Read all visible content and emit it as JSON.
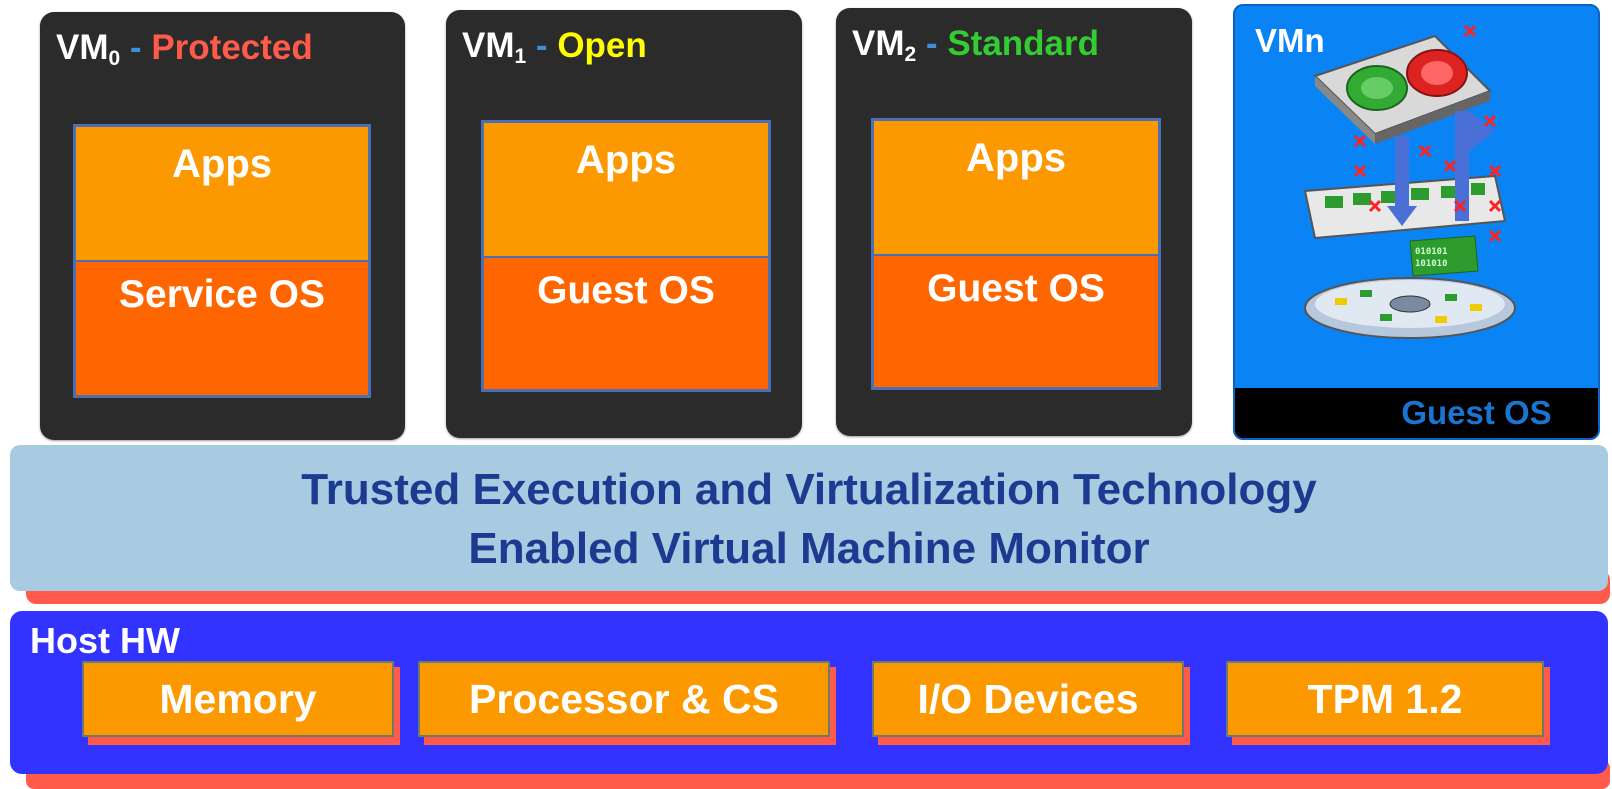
{
  "vms": [
    {
      "name": "VM",
      "sub": "0",
      "dash": "-",
      "type": "Protected",
      "type_color": "#ff5a4a",
      "apps": "Apps",
      "os": "Service OS"
    },
    {
      "name": "VM",
      "sub": "1",
      "dash": "-",
      "type": "Open",
      "type_color": "#ffff00",
      "apps": "Apps",
      "os": "Guest OS"
    },
    {
      "name": "VM",
      "sub": "2",
      "dash": "-",
      "type": "Standard",
      "type_color": "#33cc33",
      "apps": "Apps",
      "os": "Guest OS"
    }
  ],
  "vmn": {
    "title": "VMn",
    "os": "Guest OS"
  },
  "vmm": {
    "line1": "Trusted Execution and Virtualization Technology",
    "line2": "Enabled Virtual Machine Monitor"
  },
  "host": {
    "label": "Host HW",
    "components": [
      "Memory",
      "Processor & CS",
      "I/O Devices",
      "TPM 1.2"
    ]
  },
  "colors": {
    "vm_bg": "#2b2b2b",
    "apps": "#fd9900",
    "os": "#ff6600",
    "vmn_bg": "#0a84f5",
    "vmm_bg": "#a8cbe2",
    "vmm_text": "#1c3a8f",
    "host_bg": "#3333ff",
    "accent_shadow": "#ff5a4a"
  }
}
